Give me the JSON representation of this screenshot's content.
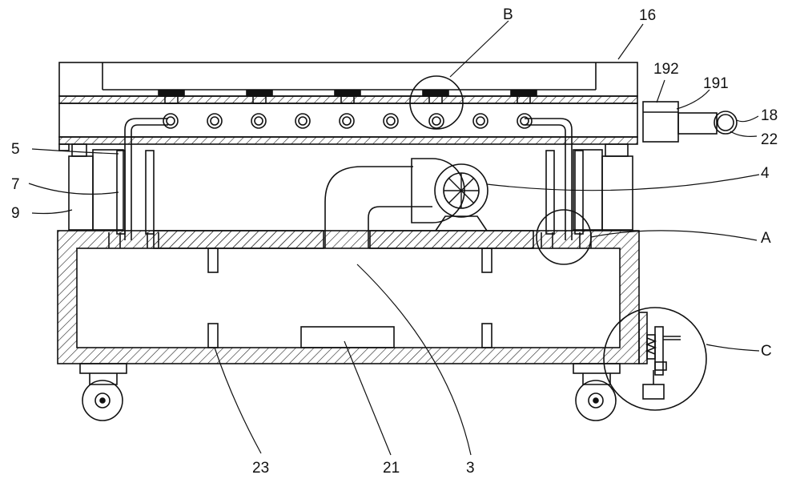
{
  "figure": {
    "labels": {
      "B": "B",
      "n16": "16",
      "n192": "192",
      "n191": "191",
      "n18": "18",
      "n22": "22",
      "n5": "5",
      "n7": "7",
      "n9": "9",
      "n4": "4",
      "A": "A",
      "C": "C",
      "n23": "23",
      "n21": "21",
      "n3": "3"
    }
  }
}
